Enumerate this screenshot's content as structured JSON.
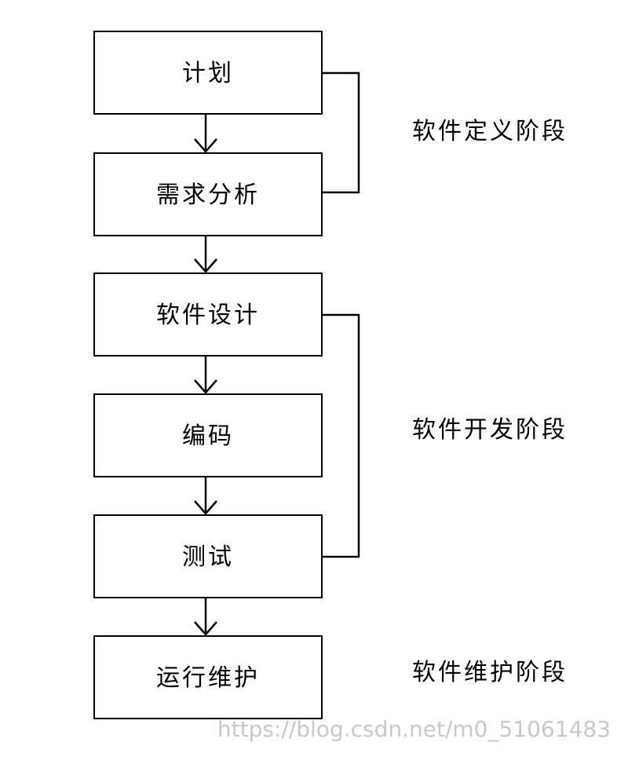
{
  "steps": [
    "计划",
    "需求分析",
    "软件设计",
    "编码",
    "测试",
    "运行维护"
  ],
  "phases": [
    "软件定义阶段",
    "软件开发阶段",
    "软件维护阶段"
  ],
  "watermark": "https://blog.csdn.net/m0_51061483"
}
